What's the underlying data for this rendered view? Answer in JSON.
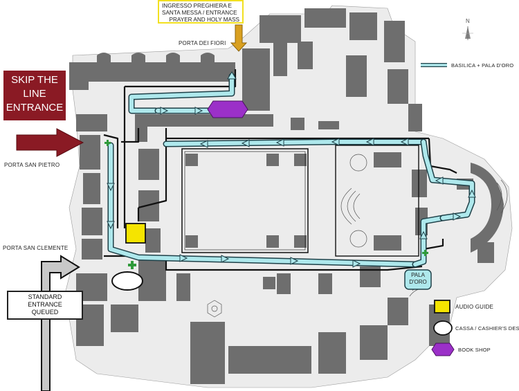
{
  "labels": {
    "entrance_mass": {
      "line1": "INGRESSO PREGHIERA E",
      "line2": "SANTA MESSA / ENTRANCE",
      "line3": "PRAYER AND HOLY MASS"
    },
    "porta_dei_fiori": "PORTA DEI FIORI",
    "skip_line": {
      "line1": "SKIP THE",
      "line2": "LINE",
      "line3": "ENTRANCE"
    },
    "porta_san_pietro": "PORTA SAN PIETRO",
    "porta_san_clemente": "PORTA SAN CLEMENTE",
    "standard_entrance": {
      "line1": "STANDARD",
      "line2": "ENTRANCE",
      "line3": "QUEUED"
    },
    "pala_doro": {
      "line1": "PALA",
      "line2": "D'ORO"
    },
    "north": "N"
  },
  "legend": {
    "route": "BASILICA + PALA D'ORO",
    "audio_guide": "AUDIO GUIDE",
    "cashier": "CASSA / CASHIER'S DESK",
    "book_shop": "BOOK SHOP"
  },
  "colors": {
    "route": "#aee8ec",
    "route_outline": "#1e4048",
    "audio_guide": "#f5e400",
    "book_shop": "#9b30c8",
    "skip_arrow": "#8a1a24",
    "mass_arrow": "#d9a020",
    "wall": "#6e6e6e",
    "floor": "#ececec",
    "green_cross": "#2f9a3a"
  },
  "icons": [
    "compass-north-icon",
    "green-cross-icon",
    "audio-guide-square-icon",
    "cashier-oval-icon",
    "book-shop-hexagon-icon"
  ]
}
